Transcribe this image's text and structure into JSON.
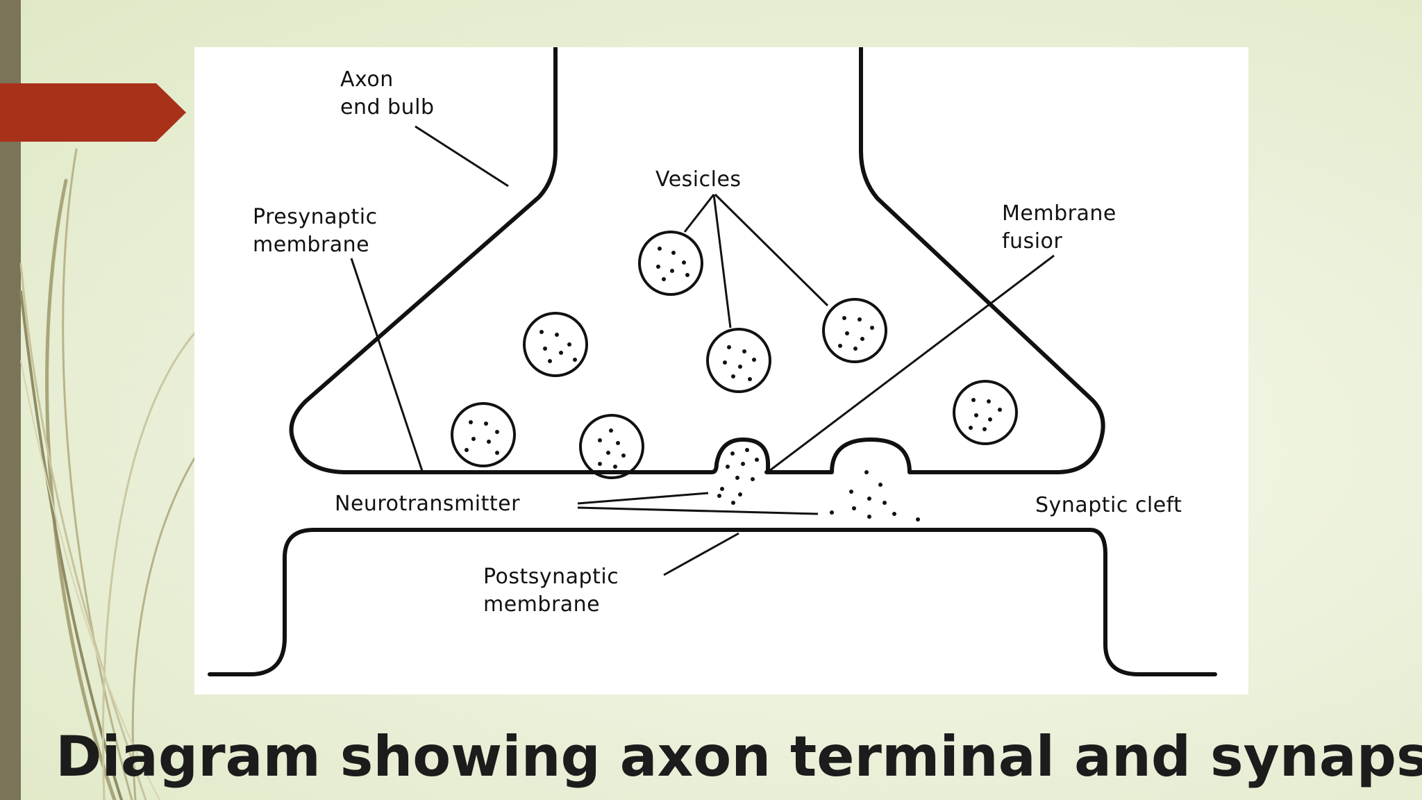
{
  "slide": {
    "title": "Diagram showing axon terminal and synapse",
    "accent_color": "#a8311a",
    "sidebar_color": "#7a7458"
  },
  "diagram": {
    "labels": {
      "axon_end_bulb_1": "Axon",
      "axon_end_bulb_2": "end bulb",
      "vesicles": "Vesicles",
      "presynaptic_1": "Presynaptic",
      "presynaptic_2": "membrane",
      "membrane_fusion_1": "Membrane",
      "membrane_fusion_2": "fusior",
      "neurotransmitter": "Neurotransmitter",
      "synaptic_cleft": "Synaptic cleft",
      "postsynaptic_1": "Postsynaptic",
      "postsynaptic_2": "membrane"
    }
  }
}
